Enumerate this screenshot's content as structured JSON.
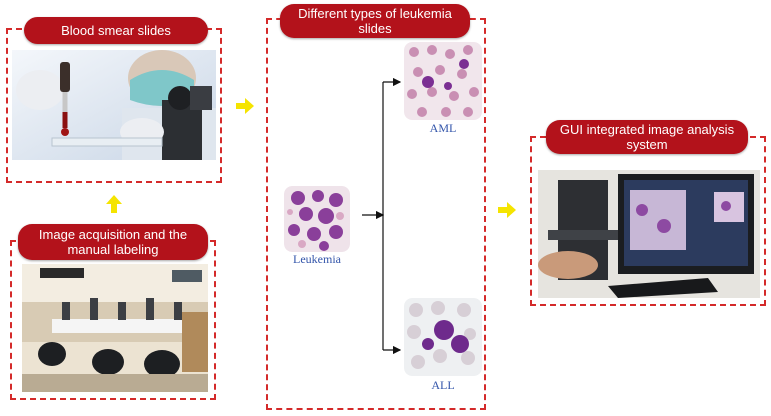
{
  "panels": {
    "blood_smear": {
      "title": "Blood smear slides"
    },
    "acquisition": {
      "title": "Image acquisition and the manual labeling"
    },
    "leukemia_types": {
      "title": "Different types of leukemia slides",
      "source_label": "Leukemia",
      "branch_top_label": "AML",
      "branch_bottom_label": "ALL"
    },
    "gui_system": {
      "title": "GUI integrated image analysis system"
    }
  },
  "colors": {
    "panel_border": "#d42a2a",
    "title_pill": "#b3121b",
    "flow_arrow": "#f5e400",
    "slide_label": "#3355aa"
  },
  "icons": [
    "yellow-arrow-icon",
    "branch-arrow-icon"
  ]
}
